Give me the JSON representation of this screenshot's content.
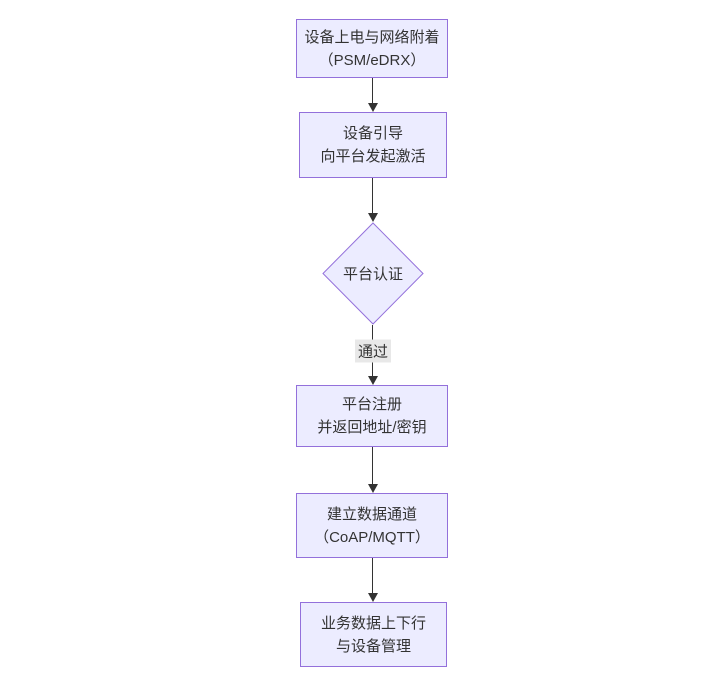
{
  "diagram": {
    "type": "flowchart",
    "direction": "top-down",
    "colors": {
      "background": "#ffffff",
      "node_fill": "#ECECFF",
      "node_border": "#9370DB",
      "arrow": "#333333",
      "edge_label_bg": "#e8e8e8",
      "text": "#333333"
    },
    "nodes": [
      {
        "shape": "rect",
        "lines": [
          "设备上电与网络附着",
          "（PSM/eDRX）"
        ]
      },
      {
        "shape": "rect",
        "lines": [
          "设备引导",
          "向平台发起激活"
        ]
      },
      {
        "shape": "diamond",
        "lines": [
          "平台认证"
        ]
      },
      {
        "shape": "rect",
        "lines": [
          "平台注册",
          "并返回地址/密钥"
        ]
      },
      {
        "shape": "rect",
        "lines": [
          "建立数据通道",
          "（CoAP/MQTT）"
        ]
      },
      {
        "shape": "rect",
        "lines": [
          "业务数据上下行",
          "与设备管理"
        ]
      }
    ],
    "edges": [
      {
        "from": 0,
        "to": 1,
        "label": ""
      },
      {
        "from": 1,
        "to": 2,
        "label": ""
      },
      {
        "from": 2,
        "to": 3,
        "label": "通过"
      },
      {
        "from": 3,
        "to": 4,
        "label": ""
      },
      {
        "from": 4,
        "to": 5,
        "label": ""
      }
    ]
  }
}
